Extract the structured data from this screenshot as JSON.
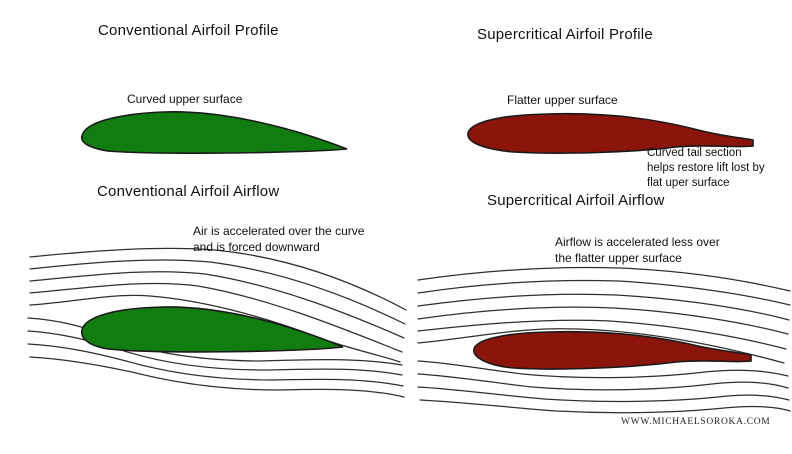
{
  "colors": {
    "conventional_airfoil": "#117d11",
    "supercritical_airfoil": "#8b150b"
  },
  "sections": {
    "conventional_profile": {
      "title": "Conventional Airfoil Profile",
      "label": "Curved upper surface"
    },
    "supercritical_profile": {
      "title": "Supercritical Airfoil Profile",
      "label": "Flatter upper surface",
      "tail_note": "Curved tail section\nhelps restore lift lost by\nflat uper surface"
    },
    "conventional_airflow": {
      "title": "Conventional Airfoil Airflow",
      "note": "Air is accelerated over the curve\nand is forced downward"
    },
    "supercritical_airflow": {
      "title": "Supercritical Airfoil Airflow",
      "note": "Airflow is accelerated less over\nthe flatter upper surface"
    }
  },
  "footer": {
    "watermark": "WWW.MICHAELSOROKA.COM"
  }
}
